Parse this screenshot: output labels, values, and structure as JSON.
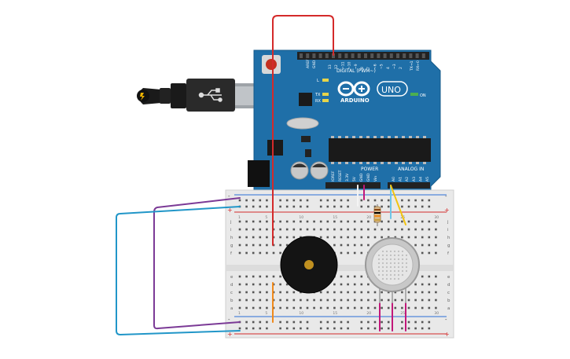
{
  "arduino": {
    "brand": "ARDUINO",
    "model": "UNO",
    "digital_label": "DIGITAL (PWM~)",
    "power_label": "POWER",
    "analog_label": "ANALOG IN",
    "on_label": "ON",
    "led_l": "L",
    "led_tx": "TX",
    "led_rx": "RX",
    "aref": "AREF",
    "gnd": "GND",
    "tx_pin": "TX→1",
    "rx_pin": "RX←0",
    "digital_pins": [
      "13",
      "12",
      "~11",
      "~10",
      "~9",
      "8",
      "7",
      "~6",
      "~5",
      "4",
      "~3",
      "2"
    ],
    "power_pins": [
      "IOREF",
      "RESET",
      "3.3V",
      "5V",
      "GND",
      "GND",
      "Vin"
    ],
    "analog_pins": [
      "A0",
      "A1",
      "A2",
      "A3",
      "A4",
      "A5"
    ]
  },
  "breadboard": {
    "plus": "+",
    "minus": "-",
    "row_letters_top": [
      "j",
      "i",
      "h",
      "g",
      "f"
    ],
    "row_letters_bottom": [
      "e",
      "d",
      "c",
      "b",
      "a"
    ],
    "column_numbers": [
      "1",
      "5",
      "10",
      "15",
      "20",
      "25",
      "30"
    ]
  },
  "colors": {
    "board_blue": "#1f6fa8",
    "wire_red": "#d42a2a",
    "wire_purple": "#7b3a96",
    "wire_blue": "#2196c8",
    "wire_magenta": "#c2187a",
    "wire_orange": "#f08a1c",
    "wire_yellow": "#f2c40f",
    "breadboard": "#e9e9e9"
  },
  "components": {
    "buzzer": "piezo-buzzer",
    "sensor": "gas-sensor",
    "resistor": "resistor"
  }
}
